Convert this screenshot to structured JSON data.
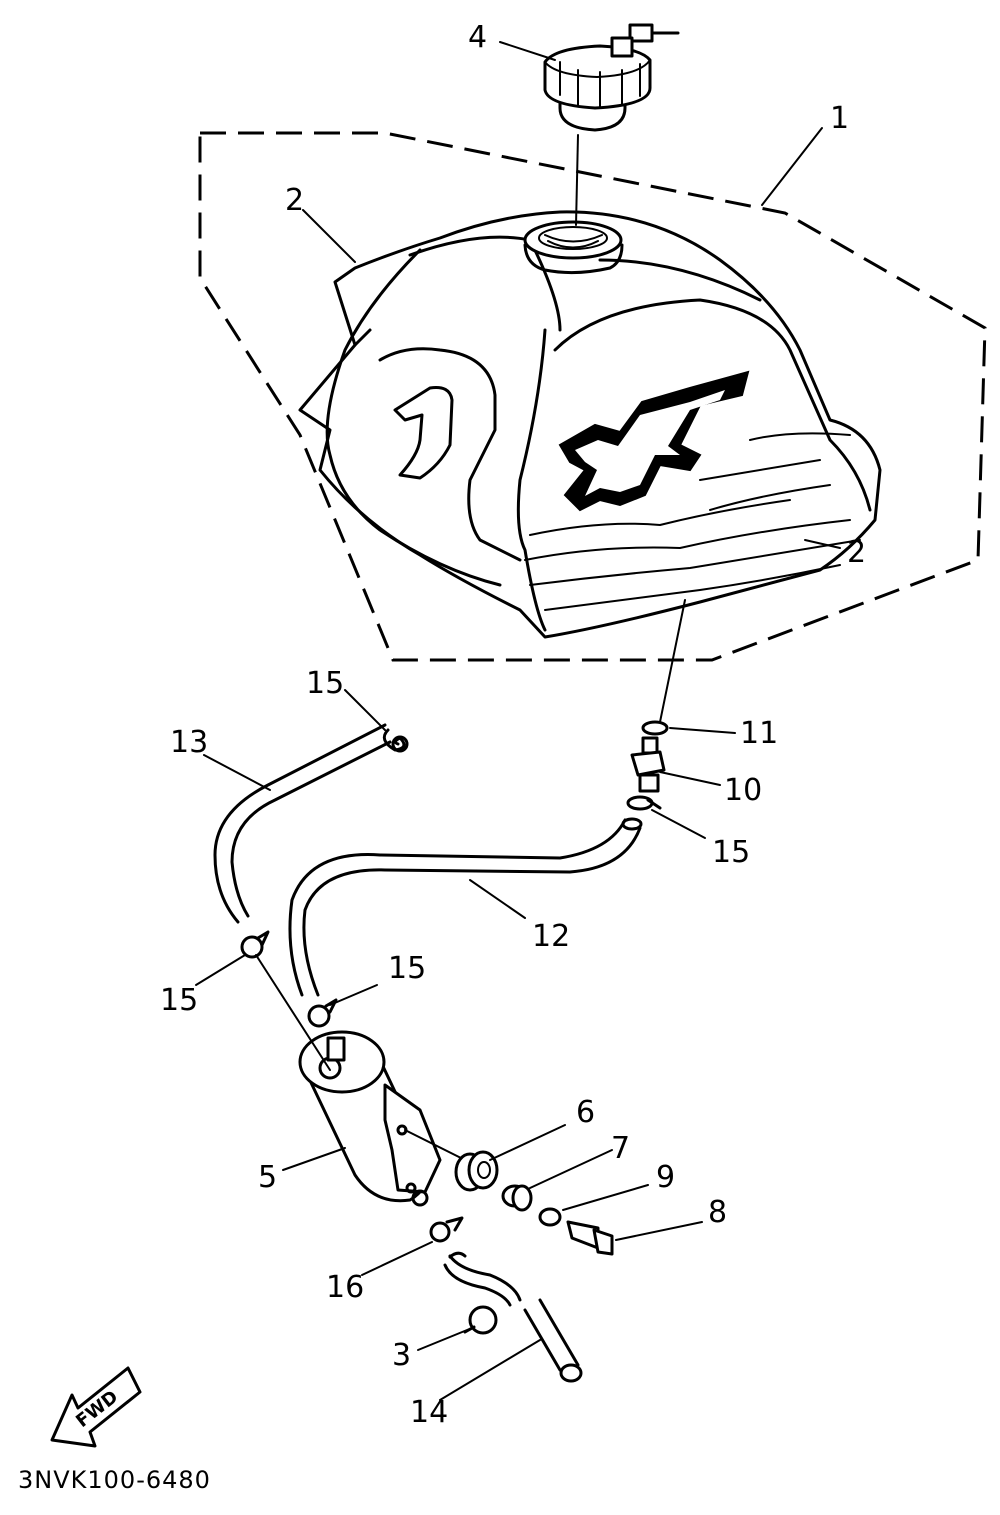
{
  "diagram": {
    "drawing_code": "3NVK100-6480",
    "fwd_label": "FWD",
    "callouts": [
      "1",
      "2",
      "2",
      "3",
      "4",
      "5",
      "6",
      "7",
      "8",
      "9",
      "10",
      "11",
      "12",
      "13",
      "14",
      "15",
      "15",
      "15",
      "15",
      "16"
    ]
  }
}
